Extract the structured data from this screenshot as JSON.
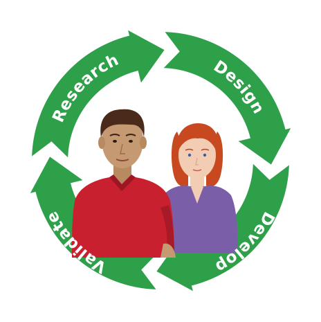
{
  "cycle": {
    "colors": {
      "arrow_fill": "#2fa04a",
      "label_text": "#ffffff",
      "background": "#ffffff"
    },
    "stages": [
      {
        "id": "research",
        "label": "Research"
      },
      {
        "id": "design",
        "label": "Design"
      },
      {
        "id": "develop",
        "label": "Develop"
      },
      {
        "id": "validate",
        "label": "Validate"
      }
    ],
    "direction": "clockwise"
  },
  "people": {
    "man": {
      "shirt_color": "#c8202f",
      "hair_color": "#4a2a1a",
      "skin_color": "#c59a73"
    },
    "woman": {
      "shirt_color": "#7a5ea8",
      "hair_color": "#c8481f",
      "skin_color": "#f2cdb4"
    }
  }
}
